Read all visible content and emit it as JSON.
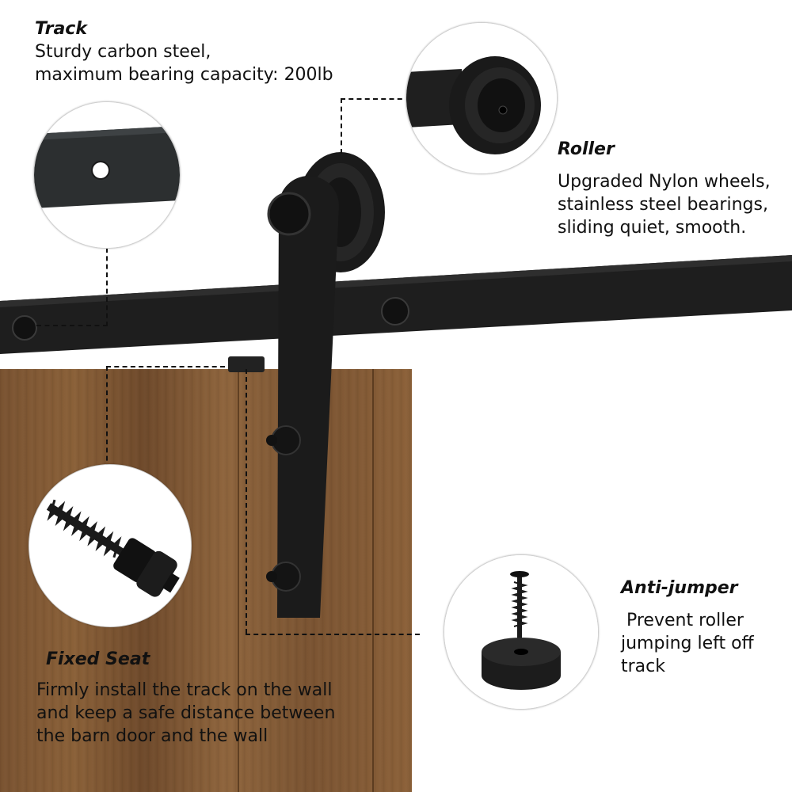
{
  "track": {
    "title": "Track",
    "lines": [
      "Sturdy carbon steel,",
      "maximum bearing capacity: 200lb"
    ]
  },
  "roller": {
    "title": "Roller",
    "lines": [
      "Upgraded Nylon wheels,",
      "stainless steel bearings,",
      "sliding quiet, smooth."
    ]
  },
  "anti_jumper": {
    "title": "Anti-jumper",
    "lines": [
      " Prevent roller",
      "jumping left off",
      "track"
    ]
  },
  "fixed_seat": {
    "title": "Fixed Seat",
    "lines": [
      "Firmly install the track on the wall",
      "and keep a safe distance between",
      "the barn door and the wall"
    ]
  },
  "colors": {
    "hardware": "#1c1c1c",
    "door_wood": "#7a5331",
    "background": "#ffffff"
  }
}
